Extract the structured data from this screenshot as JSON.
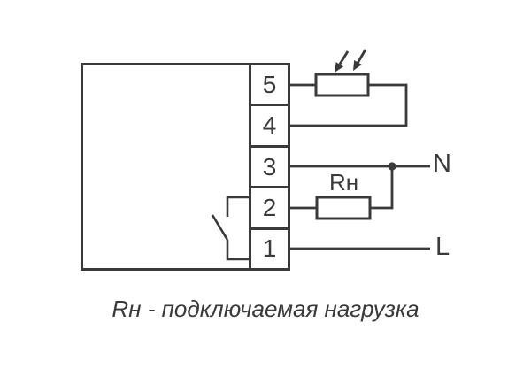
{
  "diagram": {
    "terminals": [
      {
        "label": "5"
      },
      {
        "label": "4"
      },
      {
        "label": "3"
      },
      {
        "label": "2"
      },
      {
        "label": "1"
      }
    ],
    "wire_labels": {
      "neutral": "N",
      "line": "L"
    },
    "load_resistor_label": "Rн",
    "caption": "Rн - подключаемая нагрузка",
    "icons": {
      "photoresistor": "photoresistor-symbol",
      "light_arrows": "light-arrows-icon",
      "load_resistor": "resistor-symbol",
      "switch_contact": "switch-contact-icon",
      "junction": "junction-dot"
    },
    "colors": {
      "line": "#3a3a3c",
      "background": "#ffffff"
    }
  }
}
